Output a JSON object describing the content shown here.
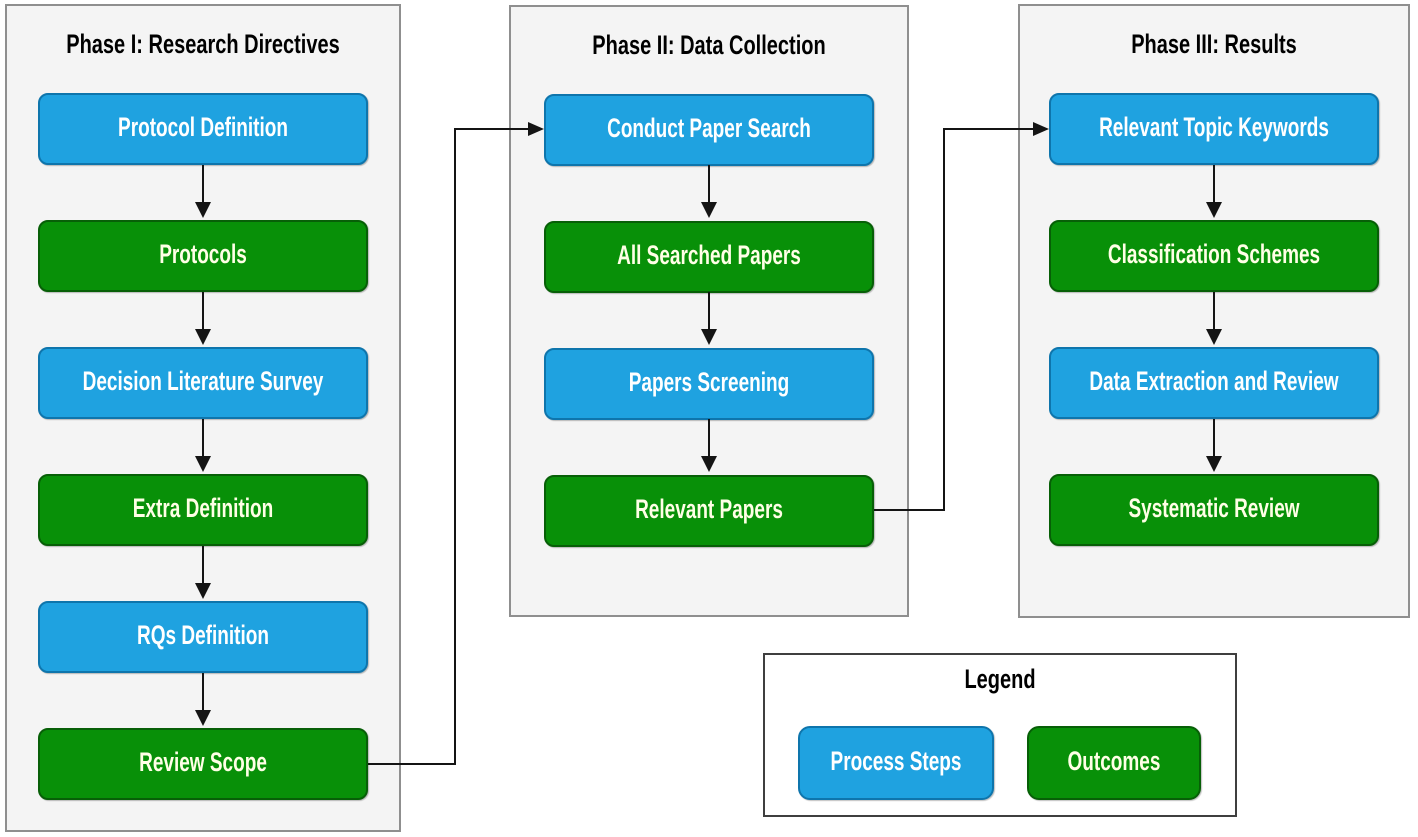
{
  "diagram": {
    "type": "flowchart",
    "phases": [
      {
        "title": "Phase I: Research Directives",
        "nodes": [
          {
            "label": "Protocol Definition",
            "type": "process"
          },
          {
            "label": "Protocols",
            "type": "outcome"
          },
          {
            "label": "Decision Literature Survey",
            "type": "process"
          },
          {
            "label": "Extra Definition",
            "type": "outcome"
          },
          {
            "label": "RQs Definition",
            "type": "process"
          },
          {
            "label": "Review Scope",
            "type": "outcome"
          }
        ]
      },
      {
        "title": "Phase II: Data Collection",
        "nodes": [
          {
            "label": "Conduct Paper Search",
            "type": "process"
          },
          {
            "label": "All Searched Papers",
            "type": "outcome"
          },
          {
            "label": "Papers Screening",
            "type": "process"
          },
          {
            "label": "Relevant Papers",
            "type": "outcome"
          }
        ]
      },
      {
        "title": "Phase III: Results",
        "nodes": [
          {
            "label": "Relevant Topic Keywords",
            "type": "process"
          },
          {
            "label": "Classification Schemes",
            "type": "outcome"
          },
          {
            "label": "Data Extraction and Review",
            "type": "process"
          },
          {
            "label": "Systematic Review",
            "type": "outcome"
          }
        ]
      }
    ],
    "edges": [
      {
        "from": "Protocol Definition",
        "to": "Protocols"
      },
      {
        "from": "Protocols",
        "to": "Decision Literature Survey"
      },
      {
        "from": "Decision Literature Survey",
        "to": "Extra Definition"
      },
      {
        "from": "Extra Definition",
        "to": "RQs Definition"
      },
      {
        "from": "RQs Definition",
        "to": "Review Scope"
      },
      {
        "from": "Review Scope",
        "to": "Conduct Paper Search"
      },
      {
        "from": "Conduct Paper Search",
        "to": "All Searched Papers"
      },
      {
        "from": "All Searched Papers",
        "to": "Papers Screening"
      },
      {
        "from": "Papers Screening",
        "to": "Relevant Papers"
      },
      {
        "from": "Relevant Papers",
        "to": "Relevant Topic Keywords"
      },
      {
        "from": "Relevant Topic Keywords",
        "to": "Classification Schemes"
      },
      {
        "from": "Classification Schemes",
        "to": "Data Extraction and Review"
      },
      {
        "from": "Data Extraction and Review",
        "to": "Systematic Review"
      }
    ]
  },
  "legend": {
    "title": "Legend",
    "items": [
      {
        "label": "Process Steps",
        "type": "process"
      },
      {
        "label": "Outcomes",
        "type": "outcome"
      }
    ]
  },
  "colors": {
    "process_fill": "#1FA2E0",
    "process_border": "#0E75AC",
    "process_text": "#FFFFFF",
    "outcome_fill": "#089008",
    "outcome_border": "#075F07",
    "outcome_text": "#FFFFE6",
    "panel_fill": "#F4F4F4",
    "panel_border": "#8F8F8F",
    "legend_fill": "#FFFFFF",
    "legend_border": "#3F3F3F",
    "arrow": "#141414",
    "title_text": "#000000"
  }
}
